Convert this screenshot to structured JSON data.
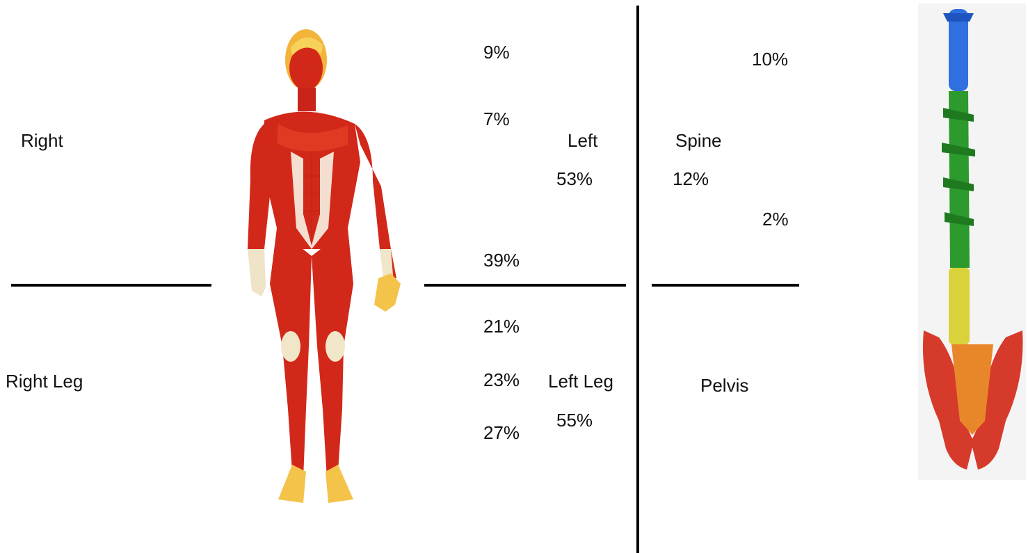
{
  "labels": {
    "right": "Right",
    "left": "Left",
    "right_leg": "Right Leg",
    "left_leg": "Left Leg",
    "spine": "Spine",
    "pelvis": "Pelvis"
  },
  "upper_body": {
    "values": [
      "9%",
      "7%",
      "39%"
    ],
    "left_total": "53%"
  },
  "legs": {
    "values": [
      "21%",
      "23%",
      "27%"
    ],
    "left_total": "55%"
  },
  "spine": {
    "values": [
      "10%",
      "12%",
      "2%"
    ]
  },
  "figures": {
    "body": "human-muscle-figure",
    "spine": "spine-and-pelvis-figure"
  },
  "colors": {
    "muscle": "#d2281a",
    "tendon": "#f2c24a",
    "cervical": "#2f6fe0",
    "thoracic": "#2c9a2c",
    "lumbar": "#d9d23a",
    "sacrum": "#e8872a",
    "pelvis": "#d63a2a"
  }
}
